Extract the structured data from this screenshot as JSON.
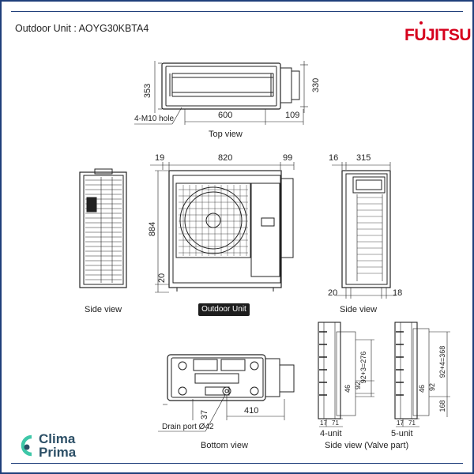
{
  "header": {
    "title": "Outdoor Unit : AOYG30KBTA4",
    "brand": "FUJITSU"
  },
  "views": {
    "top": "Top view",
    "side_left": "Side view",
    "outdoor_unit": "Outdoor Unit",
    "side_right": "Side view",
    "bottom": "Bottom view",
    "unit4": "4-unit",
    "unit5": "5-unit",
    "valve": "Side view (Valve part)"
  },
  "dimensions": {
    "top_depth_left": "353",
    "top_depth_right": "330",
    "top_width": "600",
    "top_extra": "109",
    "hole": "4-M10 hole",
    "front_left": "19",
    "front_width": "820",
    "front_right": "99",
    "front_height": "884",
    "front_bottom": "20",
    "side_left": "16",
    "side_width": "315",
    "side_bl": "20",
    "side_br": "18",
    "bottom_37": "37",
    "bottom_410": "410",
    "drain": "Drain port Ø42",
    "v4_dim1": "92+3=276",
    "v4_dim2": "92",
    "v4_dim3": "46",
    "v4_b1": "17",
    "v4_b2": "71",
    "v5_dim1": "92+4=368",
    "v5_dim2": "92",
    "v5_dim3": "46",
    "v5_dim4": "168",
    "v5_b1": "17",
    "v5_b2": "71"
  },
  "logo": {
    "line1": "Clima",
    "line2": "Prima"
  },
  "colors": {
    "frame": "#1f3e7a",
    "brand": "#d6001c",
    "logo": "#2c4f66",
    "logo_accent": "#3ec7a8"
  }
}
